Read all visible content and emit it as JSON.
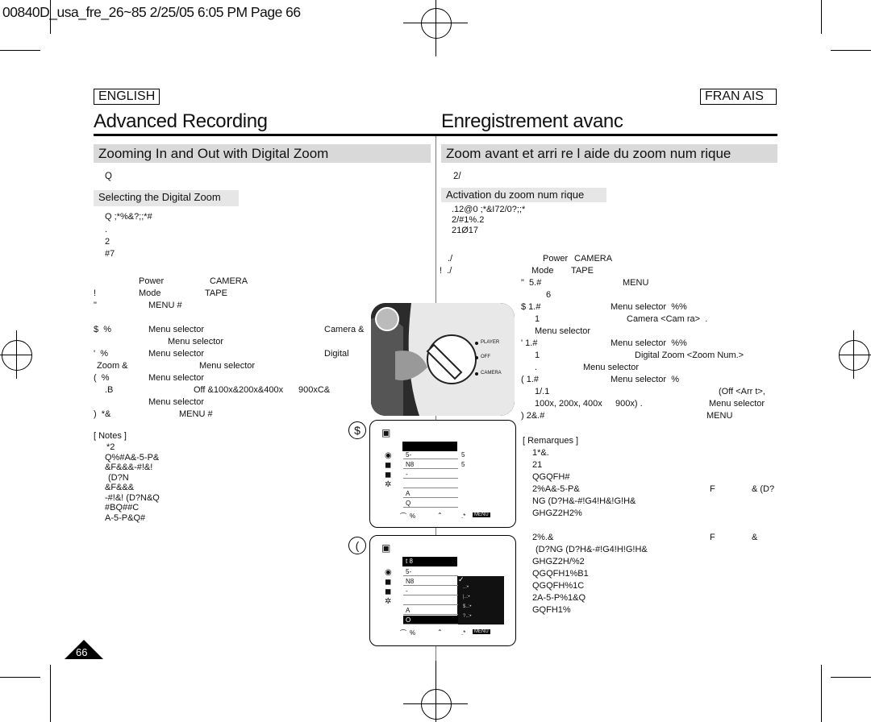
{
  "header": "00840D_usa_fre_26~85  2/25/05  6:05 PM  Page 66",
  "english": {
    "lang": "ENGLISH",
    "title": "Advanced Recording",
    "section": "Zooming In and Out with Digital Zoom",
    "intro": "Q",
    "subsection": "Selecting the Digital Zoom",
    "sel_lines": [
      "Q ;*%&?;;*#",
      ".",
      "2",
      "#7"
    ],
    "steps": [
      {
        "num": "",
        "a": "Power",
        "b": "CAMERA"
      },
      {
        "num": "!",
        "a": "Mode",
        "b": "TAPE"
      },
      {
        "num": "\"",
        "a": "MENU #",
        "b": ""
      }
    ],
    "steps2": [
      {
        "num": "$  %",
        "a": "Menu selector",
        "b": "Camera &"
      },
      {
        "num": "",
        "a": "Menu selector",
        "b": ""
      },
      {
        "num": "'  %",
        "a": "Menu selector",
        "b": "Digital"
      },
      {
        "num": "Zoom &",
        "a": "Menu selector",
        "b": ""
      },
      {
        "num": "(  %",
        "a": "Menu selector",
        "b": ""
      },
      {
        "num": ".B",
        "a": "Off &100x&200x&400x",
        "b": "900xC&"
      },
      {
        "num": "",
        "a": "Menu selector",
        "b": ""
      },
      {
        "num": ")  *&",
        "a": "MENU #",
        "b": ""
      }
    ],
    "notes_label": "[ Notes ]",
    "notes": [
      "*2",
      "Q%#A&-5-P&",
      "&F&&&-#!&!",
      "(D?N",
      "&F&&&",
      "-#!&! (D?N&Q",
      "#BQ##C",
      "A-5-P&Q#"
    ]
  },
  "french": {
    "lang": "FRAN AIS",
    "title": "Enregistrement avanc",
    "section": "Zoom avant et arri re   l aide du zoom num rique",
    "intro": "2/",
    "subsection": "Activation du zoom num rique",
    "sel_lines": [
      ".12@0 ;*&I72/0?;;*",
      "2/#1%.2",
      "21Ø17"
    ],
    "steps": [
      {
        "num": "./",
        "a": "Power",
        "b": "CAMERA"
      },
      {
        "num": "!  ./",
        "a": "Mode",
        "b": "TAPE"
      },
      {
        "num": "\"  5.#",
        "a": "MENU",
        "b": ""
      },
      {
        "num": "6",
        "a": "",
        "b": ""
      },
      {
        "num": "$ 1.#",
        "a": "Menu selector  %%",
        "b": ""
      },
      {
        "num": "1",
        "a": "Camera <Cam ra>  .",
        "b": ""
      },
      {
        "num": "Menu selector",
        "a": "",
        "b": ""
      },
      {
        "num": "' 1.#",
        "a": "Menu selector  %%",
        "b": ""
      },
      {
        "num": "1",
        "a": "Digital Zoom <Zoom Num.>",
        "b": ""
      },
      {
        "num": ".",
        "a": "Menu selector",
        "b": ""
      },
      {
        "num": "( 1.#",
        "a": "Menu selector  %",
        "b": ""
      },
      {
        "num": "1/.1",
        "a": "(Off <Arr t>,",
        "b": ""
      },
      {
        "num": "100x, 200x, 400x",
        "a": "900x) .",
        "b": "Menu selector"
      },
      {
        "num": ") 2&.#",
        "a": "MENU",
        "b": ""
      }
    ],
    "notes_label": "[ Remarques ]",
    "notes": [
      "1*&.",
      "21",
      "QGQFH#",
      "2%A&-5-P&",
      "NG (D?H&-#!G4!H&!G!H&",
      "GHGZ2H2%",
      "",
      "2%.&",
      "(D?NG (D?H&-#!G4!H!G!H&",
      "GHGZ2H/%2",
      "QGQFH1%B1",
      "QGQFH%1C",
      "2A-5-P%1&Q",
      "GQFH1%"
    ],
    "notes_right": [
      "F",
      "& (D?",
      "F",
      "&"
    ]
  },
  "figures": {
    "dial": [
      "PLAYER",
      "OFF",
      "CAMERA"
    ],
    "step_a": "$",
    "step_b": "(",
    "menu1_rows": [
      "5-",
      "N8",
      "-",
      "",
      "A",
      "Q"
    ],
    "menu1_vals": [
      "5",
      "5"
    ],
    "menu2_header": "t 8",
    "menu2_rows": [
      "5-",
      "N8",
      "-",
      "",
      "A",
      "O"
    ],
    "menu2_opts": [
      "✓",
      "..:•",
      "|..:•",
      "$..:•",
      "?..:•"
    ],
    "menu_foot": [
      "%",
      ".*",
      "MENU"
    ]
  },
  "page_number": "66"
}
